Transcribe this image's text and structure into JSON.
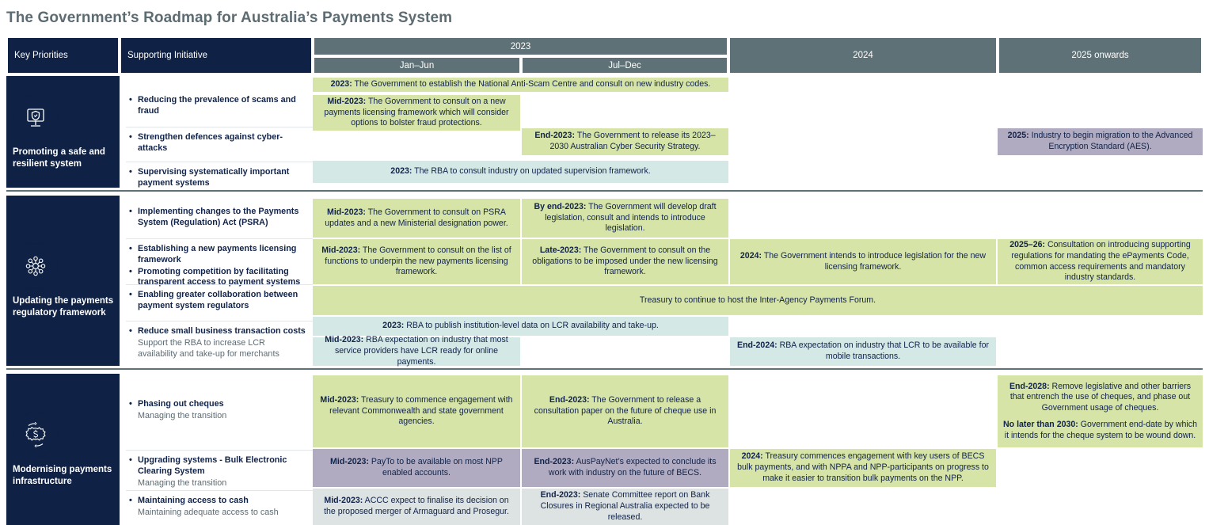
{
  "title": "The Government’s Roadmap for Australia’s Payments System",
  "colors": {
    "navy": "#0f2144",
    "slate": "#5d7176",
    "green": "#d7e4a7",
    "blue": "#d4e8e6",
    "purple": "#b0abc0",
    "gray": "#dde2e2",
    "title_text": "#5d6b72"
  },
  "header": {
    "key_priorities": "Key Priorities",
    "supporting_initiative": "Supporting Initiative",
    "year_2023": "2023",
    "jan_jun": "Jan–Jun",
    "jul_dec": "Jul–Dec",
    "year_2024": "2024",
    "year_2025": "2025 onwards"
  },
  "sections": [
    {
      "label": "Promoting a safe and resilient system",
      "icon": "monitor-shield-icon",
      "initiatives": [
        {
          "bullets": [
            "Reducing the prevalence of scams and fraud"
          ],
          "sub": ""
        },
        {
          "bullets": [
            "Strengthen defences against cyber-attacks"
          ],
          "sub": ""
        },
        {
          "bullets": [
            "Supervising systematically important payment systems"
          ],
          "sub": ""
        }
      ],
      "cells": [
        {
          "lead": "2023:",
          "text": " The Government to establish the National Anti-Scam Centre and consult on new industry codes.",
          "color": "green"
        },
        {
          "lead": "Mid-2023:",
          "text": " The Government to consult on a new payments licensing framework which will consider options to bolster fraud protections.",
          "color": "green"
        },
        {
          "lead": "End-2023:",
          "text": " The Government to release its 2023–2030 Australian Cyber Security Strategy.",
          "color": "green"
        },
        {
          "lead": "2025:",
          "text": " Industry to begin migration to the Advanced Encryption Standard (AES).",
          "color": "purple"
        },
        {
          "lead": "2023:",
          "text": " The RBA to consult industry on updated supervision framework.",
          "color": "blue"
        }
      ]
    },
    {
      "label": "Updating the payments regulatory framework",
      "icon": "network-hub-icon",
      "initiatives": [
        {
          "bullets": [
            "Implementing changes to the Payments System (Regulation) Act (PSRA)"
          ],
          "sub": ""
        },
        {
          "bullets": [
            "Establishing a new payments licensing framework",
            "Promoting competition by facilitating transparent access to payment systems"
          ],
          "sub": ""
        },
        {
          "bullets": [
            "Enabling greater collaboration between payment system regulators"
          ],
          "sub": ""
        },
        {
          "bullets": [
            "Reduce small business transaction costs"
          ],
          "sub": "Support the RBA to increase LCR availability and take-up for merchants"
        }
      ],
      "cells": [
        {
          "lead": "Mid-2023:",
          "text": " The Government to consult on PSRA updates and a new Ministerial designation power.",
          "color": "green"
        },
        {
          "lead": "By end-2023:",
          "text": " The Government will develop draft legislation, consult and intends to introduce legislation.",
          "color": "green"
        },
        {
          "lead": "Mid-2023:",
          "text": " The Government to consult on the list of functions to underpin the new payments licensing framework.",
          "color": "green"
        },
        {
          "lead": "Late-2023:",
          "text": " The Government to consult on the obligations to be imposed under the new licensing framework.",
          "color": "green"
        },
        {
          "lead": "2024:",
          "text": " The Government intends to introduce legislation for the new licensing framework.",
          "color": "green"
        },
        {
          "lead": "2025–26:",
          "text": " Consultation on introducing supporting regulations for mandating the ePayments Code, common access requirements and mandatory industry standards.",
          "color": "green"
        },
        {
          "lead": "",
          "text": "Treasury to continue to host the Inter-Agency Payments Forum.",
          "color": "green"
        },
        {
          "lead": "2023:",
          "text": " RBA to publish institution-level data on LCR availability and take-up.",
          "color": "blue"
        },
        {
          "lead": "Mid-2023:",
          "text": " RBA expectation on industry that most service providers have LCR ready for online payments.",
          "color": "blue"
        },
        {
          "lead": "End-2024:",
          "text": " RBA expectation on industry that LCR to be available for mobile transactions.",
          "color": "blue"
        }
      ]
    },
    {
      "label": "Modernising payments infrastructure",
      "icon": "gear-dollar-icon",
      "initiatives": [
        {
          "bullets": [
            "Phasing out cheques"
          ],
          "sub": "Managing the transition"
        },
        {
          "bullets": [
            "Upgrading systems - Bulk Electronic Clearing System"
          ],
          "sub": "Managing the transition"
        },
        {
          "bullets": [
            "Maintaining access to cash"
          ],
          "sub": "Maintaining adequate access to cash"
        }
      ],
      "cells": [
        {
          "lead": "Mid-2023:",
          "text": " Treasury to commence engagement with relevant Commonwealth and state government agencies.",
          "color": "green"
        },
        {
          "lead": "End-2023:",
          "text": " The Government to release a consultation paper on the future of cheque use in Australia.",
          "color": "green"
        },
        {
          "lead": "End-2028:",
          "text": " Remove legislative and other barriers that entrench the use of cheques, and phase out Government usage of cheques.",
          "lead2": "No later than 2030:",
          "text2": " Government end-date by which it intends for the cheque system to be wound down.",
          "color": "green"
        },
        {
          "lead": "Mid-2023:",
          "text": " PayTo to be available on most NPP enabled accounts.",
          "color": "purple"
        },
        {
          "lead": "End-2023:",
          "text": " AusPayNet’s expected to conclude its work with industry on the future of BECS.",
          "color": "purple"
        },
        {
          "lead": "2024:",
          "text": " Treasury commences engagement with key users of BECS bulk payments, and with NPPA and NPP-participants on progress to make it easier to transition bulk payments on the NPP.",
          "color": "green"
        },
        {
          "lead": "Mid-2023:",
          "text": " ACCC expect to finalise its decision on the proposed merger of Armaguard and Prosegur.",
          "color": "gray"
        },
        {
          "lead": "End-2023:",
          "text": " Senate Committee report on Bank Closures in Regional Australia expected to be released.",
          "color": "gray"
        }
      ]
    }
  ]
}
